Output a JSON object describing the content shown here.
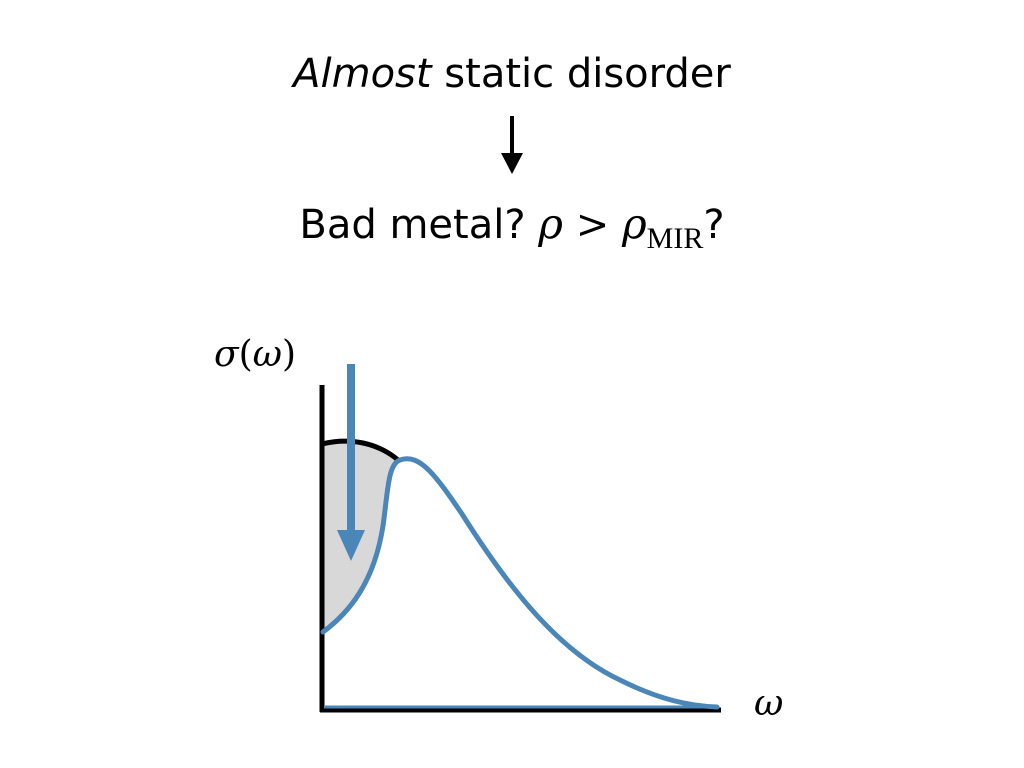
{
  "title": {
    "italic_word": "Almost",
    "rest": " static disorder"
  },
  "question": {
    "prefix": "Bad metal? ",
    "rho": "ρ",
    "greater": " > ",
    "rho2": "ρ",
    "subscript": "MIR",
    "suffix": "?"
  },
  "axes": {
    "y_func": "σ",
    "y_open": "(",
    "y_var": "ω",
    "y_close": ")",
    "x_label": "ω"
  },
  "colors": {
    "blue": "#4a86b8",
    "gray_fill": "#d8d8d8",
    "black": "#000000"
  }
}
